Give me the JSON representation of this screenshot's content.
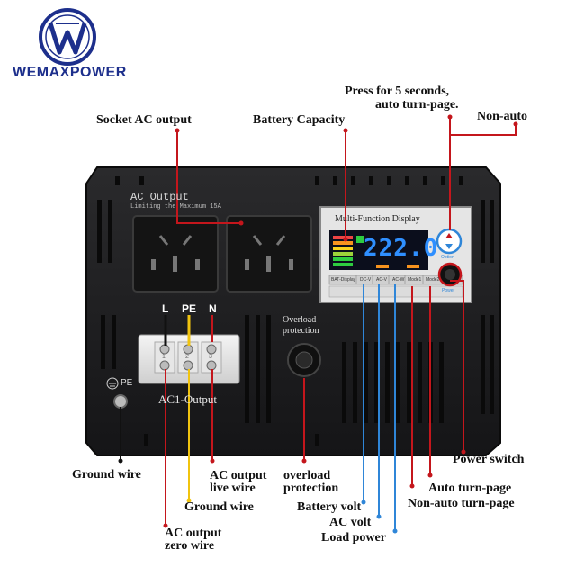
{
  "brand": {
    "name": "WEMAXPOWER",
    "logo_color": "#1d2f8c"
  },
  "callouts": {
    "press_seconds": "Press for 5 seconds,",
    "auto_turn_page_top": "auto turn-page.",
    "non_auto": "Non-auto",
    "socket_ac_output": "Socket AC output",
    "battery_capacity": "Battery Capacity",
    "power_switch": "Power switch",
    "ground_wire_left": "Ground wire",
    "ac_output_live_1": "AC output",
    "ac_output_live_2": "live wire",
    "overload_protection_1": "overload",
    "overload_protection_2": "protection",
    "auto_turn_page": "Auto turn-page",
    "non_auto_turn_page": "Non-auto turn-page",
    "ground_wire_mid": "Ground wire",
    "battery_volt": "Battery volt",
    "ac_volt": "AC volt",
    "load_power": "Load power",
    "ac_output_zero_1": "AC output",
    "ac_output_zero_2": "zero wire"
  },
  "panel": {
    "ac_output_title": "AC Output",
    "ac_output_limit": "Limiting the Maximum 15A",
    "terminal_l": "L",
    "terminal_pe": "PE",
    "terminal_n": "N",
    "terminal_numbers": [
      "1",
      "2",
      "3"
    ],
    "ac1_output": "AC1-Output",
    "overload_1": "Overload",
    "overload_2": "protection",
    "pe_label": "PE",
    "display_title": "Multi-Function Display",
    "display_value": "222.0",
    "display_tabs": [
      "BAT-Display",
      "DC-V",
      "AC-V",
      "AC-W",
      "Mode1",
      "Mode2"
    ],
    "option_label": "Option",
    "power_label": "Power"
  },
  "colors": {
    "red_line": "#c4161c",
    "blue_line": "#2f86d8",
    "yellow_line": "#f1c40f",
    "panel_bg": "#1c1c1e",
    "display_digits": "#2f8fff"
  }
}
